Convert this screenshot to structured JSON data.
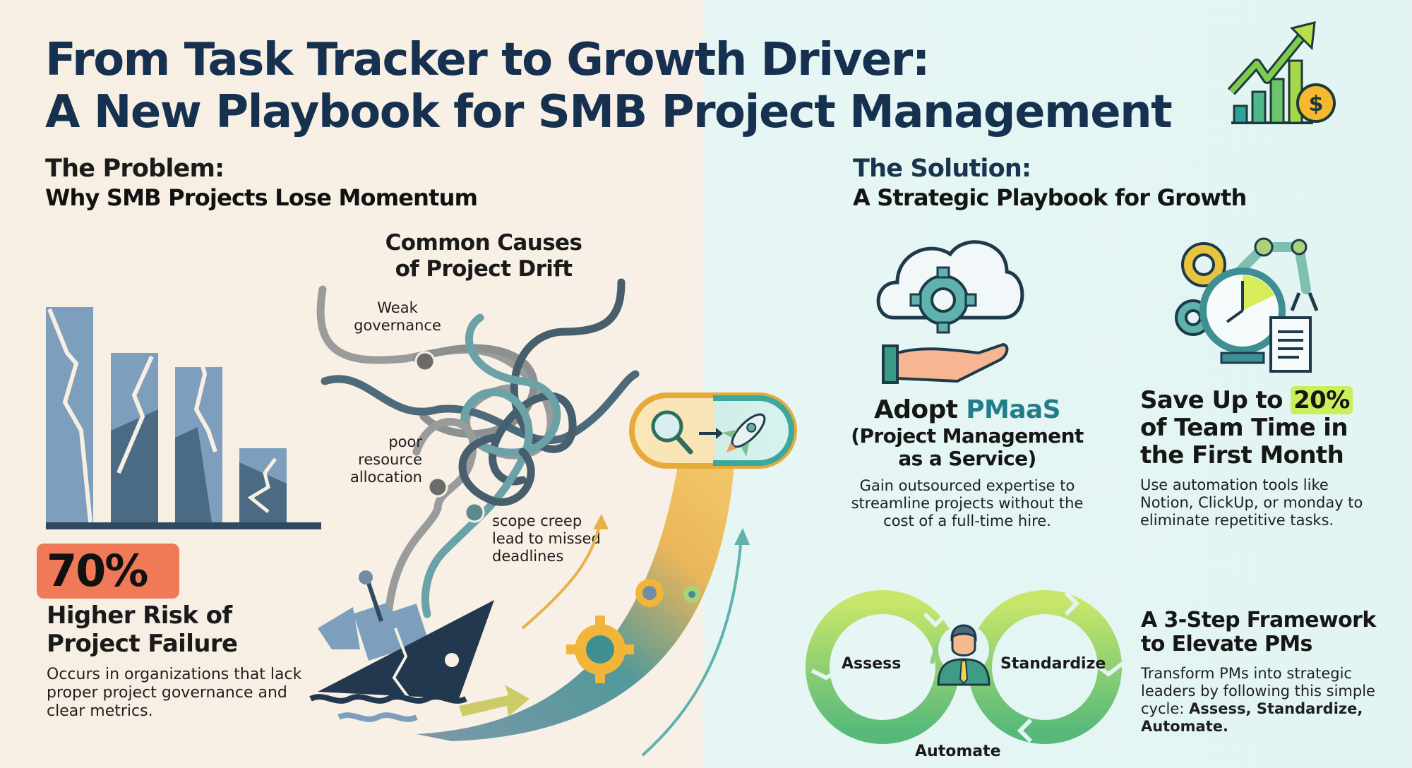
{
  "header": {
    "title_line1": "From Task Tracker to Growth Driver:",
    "title_line2": "A New Playbook for SMB Project Management",
    "icon": "growth-chart-dollar-icon"
  },
  "problem": {
    "heading": "The Problem:",
    "subheading": "Why SMB Projects Lose Momentum",
    "illustration": "cracked-declining-bar-chart",
    "stat": {
      "value": "70%",
      "label_line1": "Higher Risk of",
      "label_line2": "Project Failure",
      "description": "Occurs in organizations that lack proper project governance and clear metrics.",
      "badge_color": "#f07a58"
    },
    "causes": {
      "heading_line1": "Common Causes",
      "heading_line2": "of Project Drift",
      "items": [
        {
          "line1": "Weak",
          "line2": "governance"
        },
        {
          "line1": "poor",
          "line2": "resource",
          "line3": "allocation"
        },
        {
          "line1": "scope creep",
          "line2": "lead to missed",
          "line3": "deadlines"
        }
      ]
    },
    "transition": {
      "from_icon": "sinking-ship-icon",
      "to_icons": [
        "magnifier-icon",
        "arrow-right-icon",
        "rocket-icon"
      ]
    }
  },
  "solution": {
    "heading": "The Solution:",
    "subheading": "A Strategic Playbook for Growth",
    "cards": [
      {
        "icon": "cloud-gear-hand-icon",
        "title_prefix": "Adopt ",
        "title_accent": "PMaaS",
        "title_sub_line1": "(Project Management",
        "title_sub_line2": "as a Service)",
        "description": "Gain outsourced expertise to streamline projects without the cost of a full-time hire.",
        "accent_color": "#217d8a"
      },
      {
        "icon": "automation-clock-robot-arm-icon",
        "title_prefix": "Save Up to ",
        "title_highlight": "20%",
        "title_line2": "of Team Time in",
        "title_line3": "the First Month",
        "description": "Use automation tools like Notion, ClickUp, or monday to eliminate repetitive tasks.",
        "highlight_color": "#c9ef5a"
      }
    ],
    "framework": {
      "title_line1": "A 3-Step Framework",
      "title_line2": "to Elevate PMs",
      "description_prefix": "Transform PMs into strategic leaders by following this simple cycle: ",
      "description_bold": "Assess, Standardize, Automate.",
      "steps": [
        "Assess",
        "Standardize",
        "Automate"
      ],
      "center_icon": "business-person-icon"
    }
  }
}
